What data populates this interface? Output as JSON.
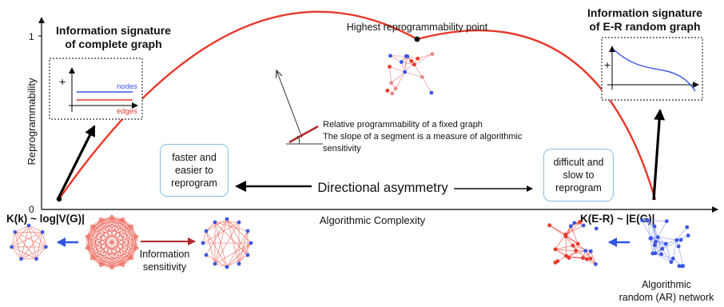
{
  "axes": {
    "y_label": "Reprogrammability",
    "x_label": "Algorithmic Complexity",
    "y_tick_top": "1",
    "y_tick_bottom": "0"
  },
  "peak_label": "Highest reprogrammability point",
  "left_signature": {
    "title_line1": "Information signature",
    "title_line2": "of complete graph",
    "legend_nodes": "nodes",
    "legend_edges": "edges",
    "plus": "+"
  },
  "right_signature": {
    "title_line1": "Information signature",
    "title_line2": "of E-R random graph",
    "plus": "+"
  },
  "annotation": {
    "line1": "Relative programmability of a fixed graph",
    "line2": "The slope of a segment is a measure of algorithmic",
    "line3": "sensitivity"
  },
  "left_box": {
    "line1": "faster and",
    "line2": "easier to",
    "line3": "reprogram"
  },
  "right_box": {
    "line1": "difficult and",
    "line2": "slow to",
    "line3": "reprogram"
  },
  "center_label": "Directional asymmetry",
  "left_formula": "K(k) ~ log|V(G)|",
  "right_formula": "K(E-R) ~ |E(G)|",
  "info_sensitivity": {
    "line1": "Information",
    "line2": "sensitivity"
  },
  "ar_network": {
    "line1": "Algorithmic",
    "line2": "random (AR) network"
  },
  "colors": {
    "curve": "#e8392b",
    "nodes_line": "#3b55e6",
    "edges_line": "#e8392b",
    "box_border": "#8bbde0",
    "red_arrow": "#b0282b",
    "blue_arrow": "#2f55e0"
  }
}
